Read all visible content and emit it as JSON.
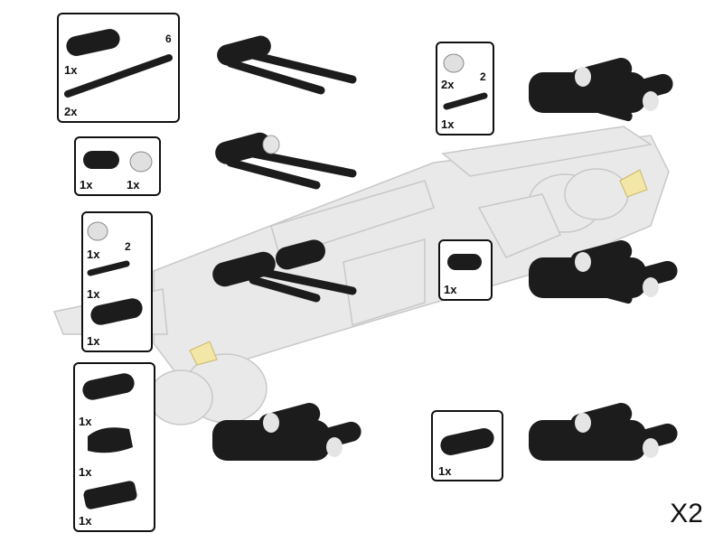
{
  "callouts": {
    "c1": {
      "liftarm_qty": "1x",
      "axle_qty": "2x",
      "axle_length": "6"
    },
    "c2": {
      "liftarm_qty": "1x",
      "bush_qty": "1x"
    },
    "c3": {
      "bush_qty": "1x",
      "axle_length": "2",
      "axle_qty": "1x",
      "liftarm_qty": "1x"
    },
    "c4": {
      "liftarm_qty": "1x",
      "connector_qty": "1x",
      "pin_connector_qty": "1x"
    },
    "c5": {
      "bush_qty": "2x",
      "axle_length": "2",
      "axle_qty": "1x"
    },
    "c6": {
      "liftarm_qty": "1x"
    },
    "c7": {
      "liftarm_qty": "1x"
    }
  },
  "multiplier": "X2",
  "colors": {
    "part_black": "#1c1c1c",
    "bush_gray": "#d9d9d9",
    "ghost_gray": "#e8e8e8",
    "tan": "#f3e6a6"
  }
}
